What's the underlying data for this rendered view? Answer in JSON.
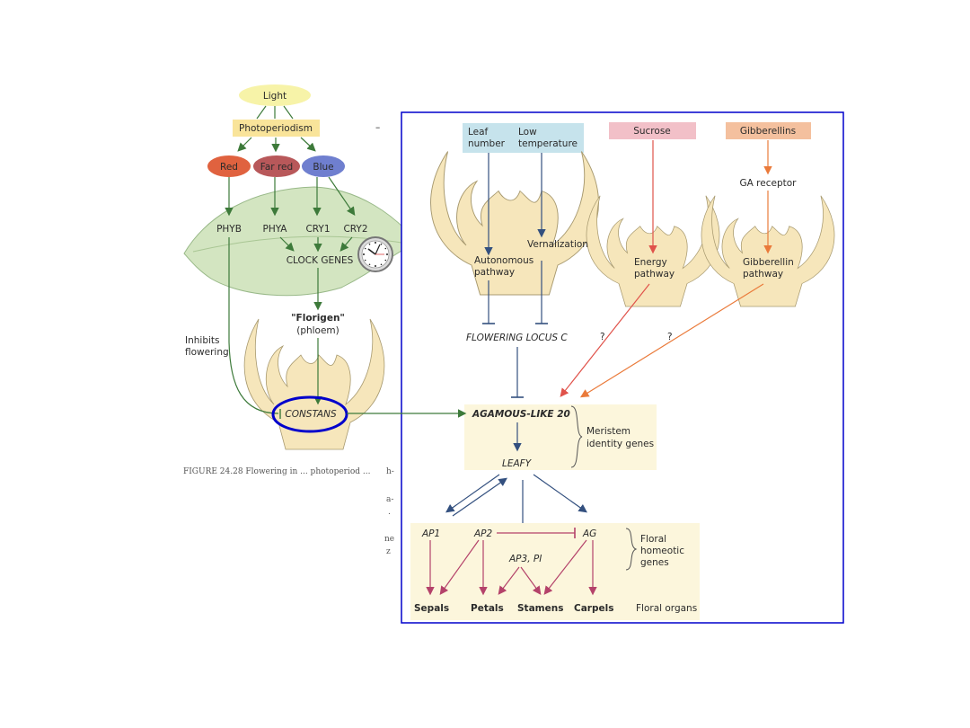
{
  "left_figure": {
    "light": "Light",
    "photoperiodism": "Photoperiodism",
    "receptors_light": [
      "Red",
      "Far red",
      "Blue"
    ],
    "photoreceptors": [
      "PHYB",
      "PHYA",
      "CRY1",
      "CRY2"
    ],
    "clock_genes": "CLOCK GENES",
    "florigen": "\"Florigen\"",
    "phloem": "(phloem)",
    "inhibits_line1": "Inhibits",
    "inhibits_line2": "flowering",
    "constans": "CONSTANS",
    "caption_fragment": "FIGURE 24.28   Flowering in ... photoperiod ...",
    "margin_fragments": [
      "h-",
      "a-",
      ".",
      "ne",
      "z"
    ],
    "dash": "–"
  },
  "right_figure": {
    "inputs": {
      "leaf_number_1": "Leaf",
      "leaf_number_2": "number",
      "low_temp_1": "Low",
      "low_temp_2": "temperature",
      "sucrose": "Sucrose",
      "gibberellins": "Gibberellins",
      "ga_receptor": "GA receptor"
    },
    "pathways": {
      "vernalization": "Vernalization",
      "autonomous_1": "Autonomous",
      "autonomous_2": "pathway",
      "energy_1": "Energy",
      "energy_2": "pathway",
      "gibberellin_1": "Gibberellin",
      "gibberellin_2": "pathway"
    },
    "flc": "FLOWERING LOCUS C",
    "unknown_1": "?",
    "unknown_2": "?",
    "agl20": "AGAMOUS-LIKE 20",
    "leafy": "LEAFY",
    "meristem_1": "Meristem",
    "meristem_2": "identity genes",
    "homeotic": [
      "AP1",
      "AP2",
      "AG",
      "AP3, PI"
    ],
    "floral_homeotic_1": "Floral",
    "floral_homeotic_2": "homeotic",
    "floral_homeotic_3": "genes",
    "organs": [
      "Sepals",
      "Petals",
      "Stamens",
      "Carpels"
    ],
    "floral_organs": "Floral organs"
  },
  "colors": {
    "highlight_border": "#0000cc",
    "green_arrow": "#3d7a3a",
    "blue_arrow": "#33507f",
    "red_arrow": "#e0524a",
    "orange_arrow": "#ea7a3a",
    "magenta_arrow": "#b4426a",
    "red_ellipse": "#e0623f",
    "farred_ellipse": "#b8585a",
    "blue_ellipse": "#6f7fcf",
    "flower": "#f6e6bb"
  }
}
